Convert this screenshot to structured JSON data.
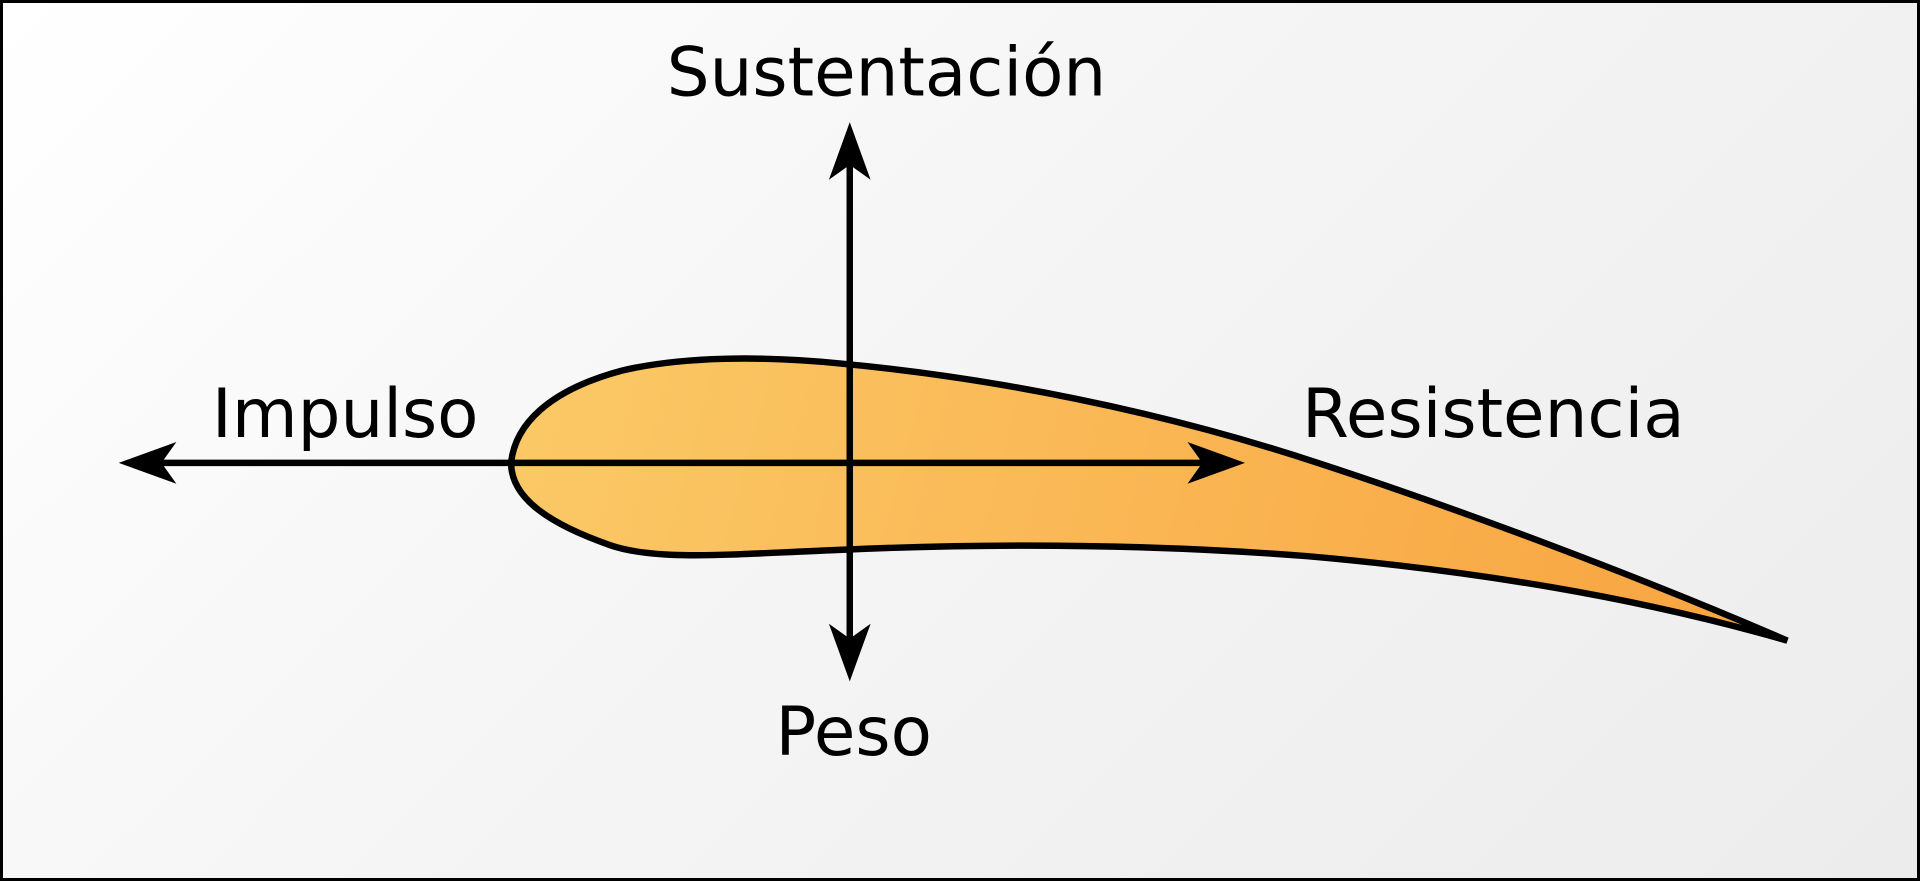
{
  "diagram": {
    "type": "airfoil-forces-diagram",
    "labels": {
      "lift": "Sustentación",
      "weight": "Peso",
      "thrust": "Impulso",
      "drag": "Resistencia"
    },
    "colors": {
      "airfoil_gradient_start": "#fbc967",
      "airfoil_gradient_end": "#f8a440",
      "outline": "#000000",
      "arrow": "#000000",
      "background_gradient_start": "#ffffff",
      "background_gradient_end": "#ececec"
    }
  }
}
